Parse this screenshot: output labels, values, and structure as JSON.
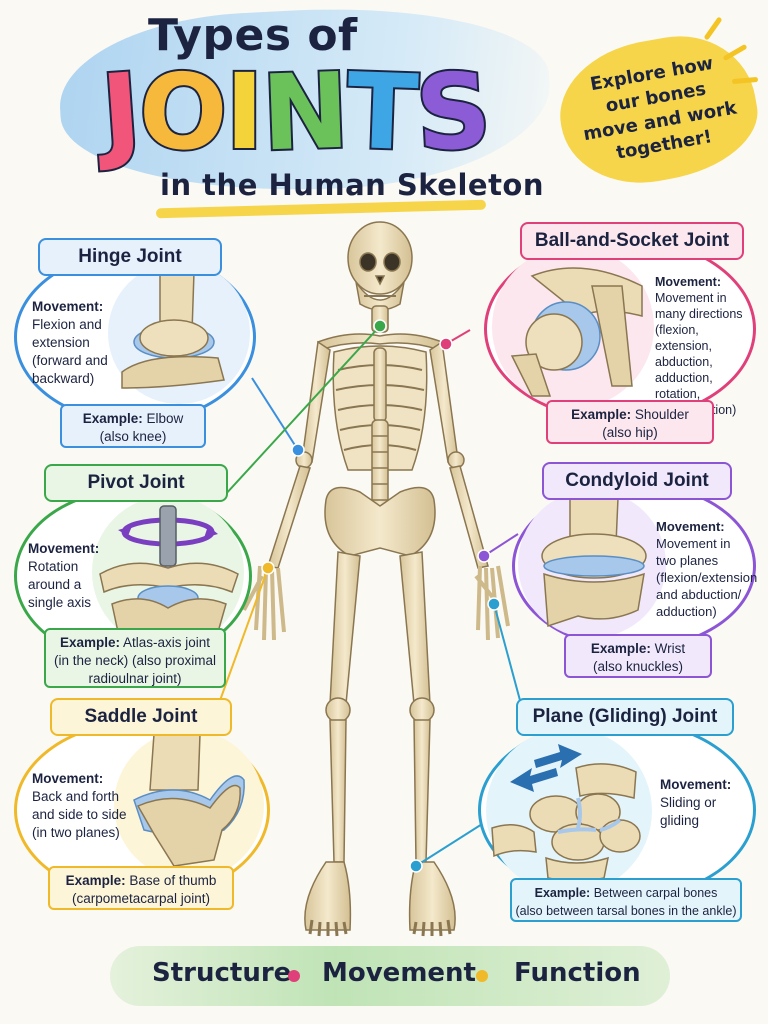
{
  "title": {
    "line1": "Types of",
    "big_letters": [
      "J",
      "O",
      "I",
      "N",
      "T",
      "S"
    ],
    "big_colors": [
      "#f2557a",
      "#f6b93b",
      "#f4d23a",
      "#6cc25a",
      "#3fa6e6",
      "#8c5bd6"
    ],
    "line3": "in the Human Skeleton"
  },
  "callout": {
    "text": "Explore how our bones move and work together!"
  },
  "joints": [
    {
      "key": "hinge",
      "name": "Hinge Joint",
      "color": "#3a8fde",
      "fill": "#e6f1fc",
      "movement_label": "Movement:",
      "movement": "Flexion and extension (forward and backward)",
      "example_label": "Example:",
      "example": "Elbow",
      "example_extra": "(also knee)"
    },
    {
      "key": "ball",
      "name": "Ball-and-Socket Joint",
      "color": "#e0407a",
      "fill": "#fde7ef",
      "movement_label": "Movement:",
      "movement": "Movement in many directions (flexion, extension, abduction, adduction, rotation, circumduction)",
      "example_label": "Example:",
      "example": "Shoulder",
      "example_extra": "(also hip)"
    },
    {
      "key": "pivot",
      "name": "Pivot Joint",
      "color": "#3aa84a",
      "fill": "#e9f6e6",
      "movement_label": "Movement:",
      "movement": "Rotation around a single axis",
      "example_label": "Example:",
      "example": "Atlas-axis joint",
      "example_extra": "(in the neck) (also proximal radioulnar joint)"
    },
    {
      "key": "condyloid",
      "name": "Condyloid Joint",
      "color": "#8c55d6",
      "fill": "#f1e9fb",
      "movement_label": "Movement:",
      "movement": "Movement in two planes (flexion/extension and abduction/ adduction)",
      "example_label": "Example:",
      "example": "Wrist",
      "example_extra": "(also knuckles)"
    },
    {
      "key": "saddle",
      "name": "Saddle Joint",
      "color": "#f0b92a",
      "fill": "#fdf5d8",
      "movement_label": "Movement:",
      "movement": "Back and forth and side to side (in two planes)",
      "example_label": "Example:",
      "example": "Base of thumb",
      "example_extra": "(carpometacarpal joint)"
    },
    {
      "key": "plane",
      "name": "Plane (Gliding) Joint",
      "color": "#2a9fd0",
      "fill": "#e4f4fb",
      "movement_label": "Movement:",
      "movement": "Sliding or gliding",
      "example_label": "Example:",
      "example": "Between carpal bones",
      "example_extra": "(also between tarsal bones in the ankle)"
    }
  ],
  "footer": {
    "words": [
      "Structure",
      "Movement",
      "Function"
    ],
    "dot_colors": [
      "#e0407a",
      "#f0b92a"
    ]
  },
  "icons": {
    "skeleton": "human-skeleton-illustration",
    "rotation": "rotation-arrow-icon",
    "glide": "double-arrow-icon"
  }
}
